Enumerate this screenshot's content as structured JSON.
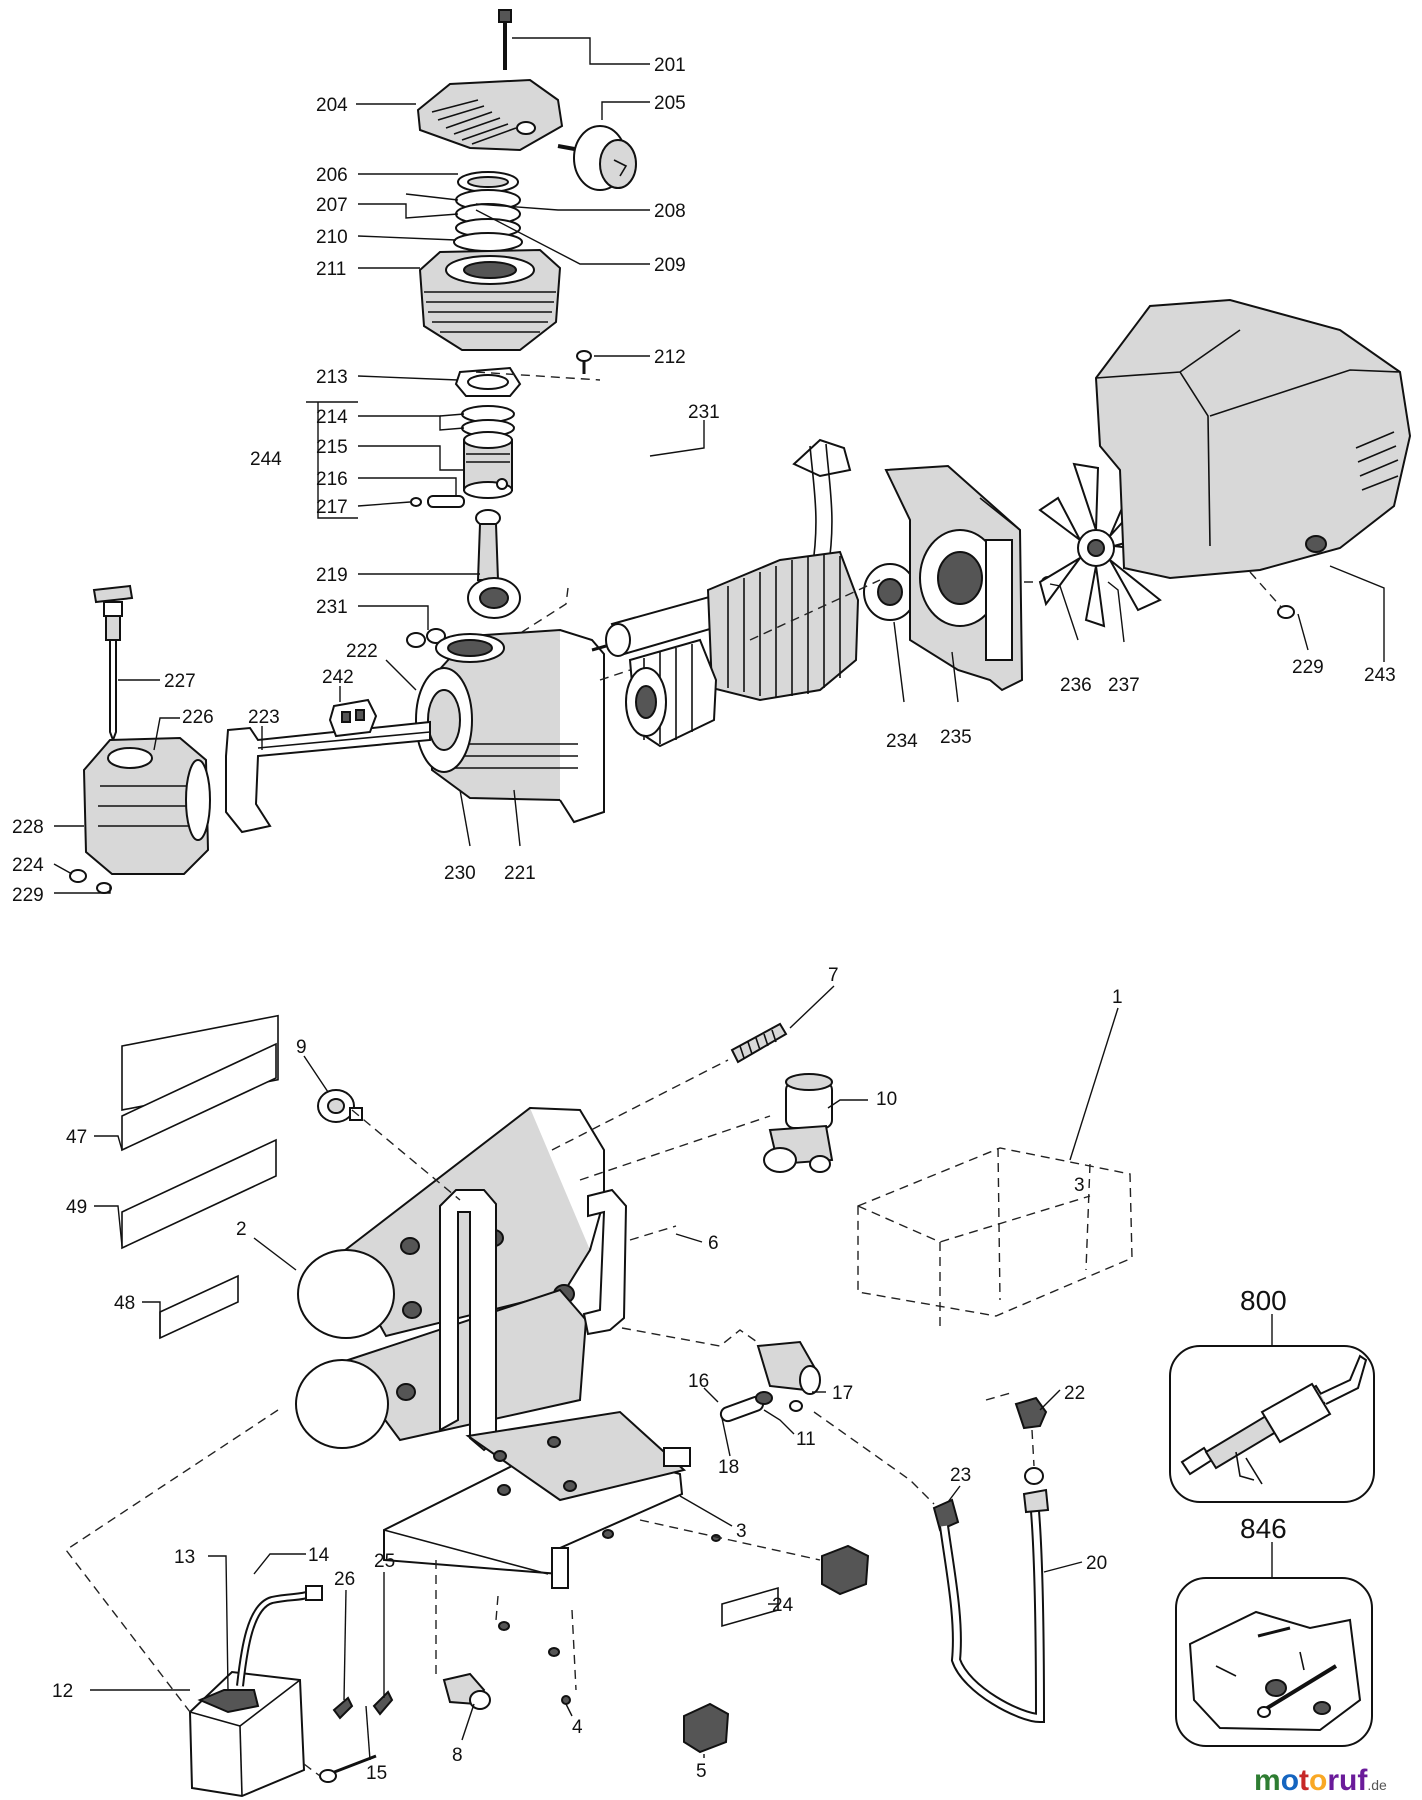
{
  "diagram": {
    "callouts": [
      {
        "id": "201",
        "text": "201"
      },
      {
        "id": "204",
        "text": "204"
      },
      {
        "id": "205",
        "text": "205"
      },
      {
        "id": "206",
        "text": "206"
      },
      {
        "id": "207",
        "text": "207"
      },
      {
        "id": "208",
        "text": "208"
      },
      {
        "id": "210",
        "text": "210"
      },
      {
        "id": "209",
        "text": "209"
      },
      {
        "id": "211",
        "text": "211"
      },
      {
        "id": "212",
        "text": "212"
      },
      {
        "id": "213",
        "text": "213"
      },
      {
        "id": "214",
        "text": "214"
      },
      {
        "id": "215",
        "text": "215"
      },
      {
        "id": "244",
        "text": "244"
      },
      {
        "id": "216",
        "text": "216"
      },
      {
        "id": "217",
        "text": "217"
      },
      {
        "id": "231a",
        "text": "231"
      },
      {
        "id": "219",
        "text": "219"
      },
      {
        "id": "231b",
        "text": "231"
      },
      {
        "id": "222",
        "text": "222"
      },
      {
        "id": "242",
        "text": "242"
      },
      {
        "id": "227",
        "text": "227"
      },
      {
        "id": "226",
        "text": "226"
      },
      {
        "id": "223",
        "text": "223"
      },
      {
        "id": "228",
        "text": "228"
      },
      {
        "id": "224",
        "text": "224"
      },
      {
        "id": "229a",
        "text": "229"
      },
      {
        "id": "230",
        "text": "230"
      },
      {
        "id": "221",
        "text": "221"
      },
      {
        "id": "234",
        "text": "234"
      },
      {
        "id": "235",
        "text": "235"
      },
      {
        "id": "236",
        "text": "236"
      },
      {
        "id": "237",
        "text": "237"
      },
      {
        "id": "229b",
        "text": "229"
      },
      {
        "id": "243",
        "text": "243"
      },
      {
        "id": "7",
        "text": "7"
      },
      {
        "id": "9",
        "text": "9"
      },
      {
        "id": "10",
        "text": "10"
      },
      {
        "id": "1",
        "text": "1"
      },
      {
        "id": "3a",
        "text": "3"
      },
      {
        "id": "47",
        "text": "47"
      },
      {
        "id": "49",
        "text": "49"
      },
      {
        "id": "2",
        "text": "2"
      },
      {
        "id": "6",
        "text": "6"
      },
      {
        "id": "48",
        "text": "48"
      },
      {
        "id": "16",
        "text": "16"
      },
      {
        "id": "17",
        "text": "17"
      },
      {
        "id": "11",
        "text": "11"
      },
      {
        "id": "18",
        "text": "18"
      },
      {
        "id": "22",
        "text": "22"
      },
      {
        "id": "23",
        "text": "23"
      },
      {
        "id": "3b",
        "text": "3"
      },
      {
        "id": "13",
        "text": "13"
      },
      {
        "id": "14",
        "text": "14"
      },
      {
        "id": "25",
        "text": "25"
      },
      {
        "id": "26",
        "text": "26"
      },
      {
        "id": "20",
        "text": "20"
      },
      {
        "id": "24",
        "text": "24"
      },
      {
        "id": "12",
        "text": "12"
      },
      {
        "id": "15",
        "text": "15"
      },
      {
        "id": "8",
        "text": "8"
      },
      {
        "id": "4",
        "text": "4"
      },
      {
        "id": "5",
        "text": "5"
      }
    ],
    "kits": [
      {
        "id": "800",
        "text": "800"
      },
      {
        "id": "846",
        "text": "846"
      }
    ]
  },
  "watermark": {
    "brand_m": "m",
    "brand_o1": "o",
    "brand_t": "t",
    "brand_o2": "o",
    "brand_ruf": "ruf",
    "tld": ".de"
  },
  "colors": {
    "line": "#111111",
    "background": "#ffffff",
    "m": "#2e7d32",
    "o1": "#1565c0",
    "t": "#c62828",
    "o2": "#f9a825",
    "ruf": "#6a1b9a"
  }
}
